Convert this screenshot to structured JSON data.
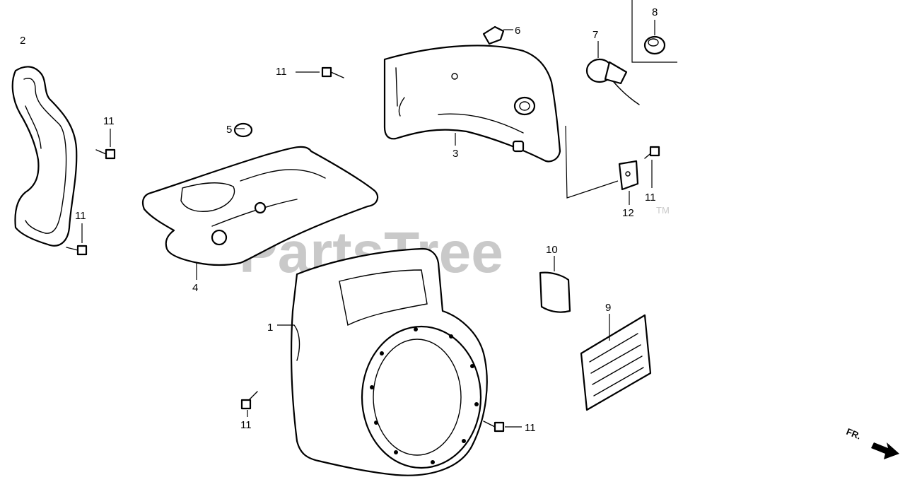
{
  "watermark": {
    "text": "PartsTree",
    "trademark": "TM"
  },
  "orientation": {
    "text": "FR."
  },
  "callouts": [
    {
      "id": "c1",
      "text": "1"
    },
    {
      "id": "c2",
      "text": "2"
    },
    {
      "id": "c3",
      "text": "3"
    },
    {
      "id": "c4",
      "text": "4"
    },
    {
      "id": "c5",
      "text": "5"
    },
    {
      "id": "c6",
      "text": "6"
    },
    {
      "id": "c7",
      "text": "7"
    },
    {
      "id": "c8",
      "text": "8"
    },
    {
      "id": "c9",
      "text": "9"
    },
    {
      "id": "c10",
      "text": "10"
    },
    {
      "id": "c11a",
      "text": "11"
    },
    {
      "id": "c11b",
      "text": "11"
    },
    {
      "id": "c11c",
      "text": "11"
    },
    {
      "id": "c11d",
      "text": "11"
    },
    {
      "id": "c11e",
      "text": "11"
    },
    {
      "id": "c11f",
      "text": "11"
    },
    {
      "id": "c12",
      "text": "12"
    }
  ]
}
